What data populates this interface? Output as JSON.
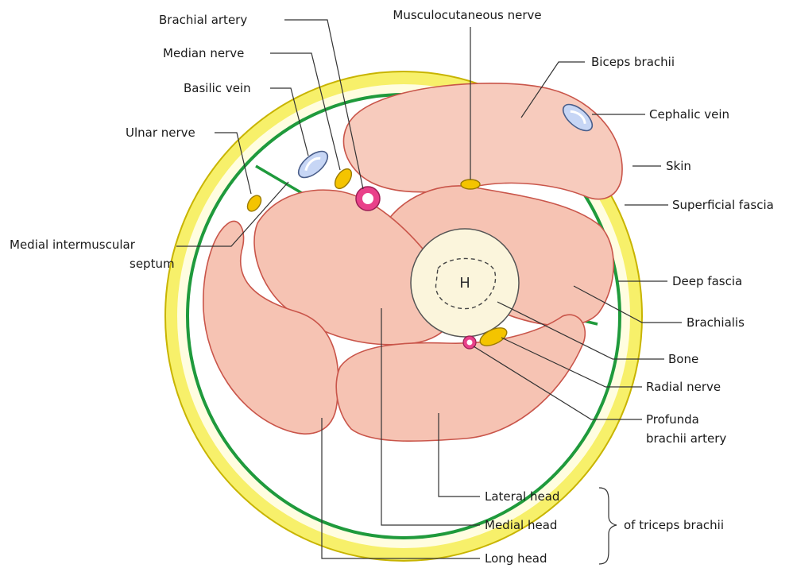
{
  "labels": {
    "brachial_artery": "Brachial artery",
    "musculocutaneous_nerve": "Musculocutaneous nerve",
    "median_nerve": "Median nerve",
    "biceps_brachii": "Biceps brachii",
    "basilic_vein": "Basilic vein",
    "cephalic_vein": "Cephalic vein",
    "ulnar_nerve": "Ulnar nerve",
    "skin": "Skin",
    "superficial_fascia": "Superficial fascia",
    "medial_septum_line1": "Medial intermuscular",
    "medial_septum_line2": "septum",
    "deep_fascia": "Deep fascia",
    "brachialis": "Brachialis",
    "bone": "Bone",
    "radial_nerve": "Radial nerve",
    "profunda_line1": "Profunda",
    "profunda_line2": "brachii artery",
    "lateral_head": "Lateral head",
    "medial_head": "Medial head",
    "long_head": "Long head",
    "triceps_group": "of triceps brachii",
    "humerus_marker": "H"
  },
  "colors": {
    "skin_yellow": "#f7f06a",
    "skin_outline": "#c8b400",
    "deep_fascia_green": "#1f9a3c",
    "muscle_fill": "#f6c3b3",
    "muscle_outline": "#c9554a",
    "nerve_yellow": "#f4c400",
    "vein_blue": "#c7d6f5",
    "artery_pink": "#e9418a",
    "bone_cream": "#fbf5dc"
  }
}
